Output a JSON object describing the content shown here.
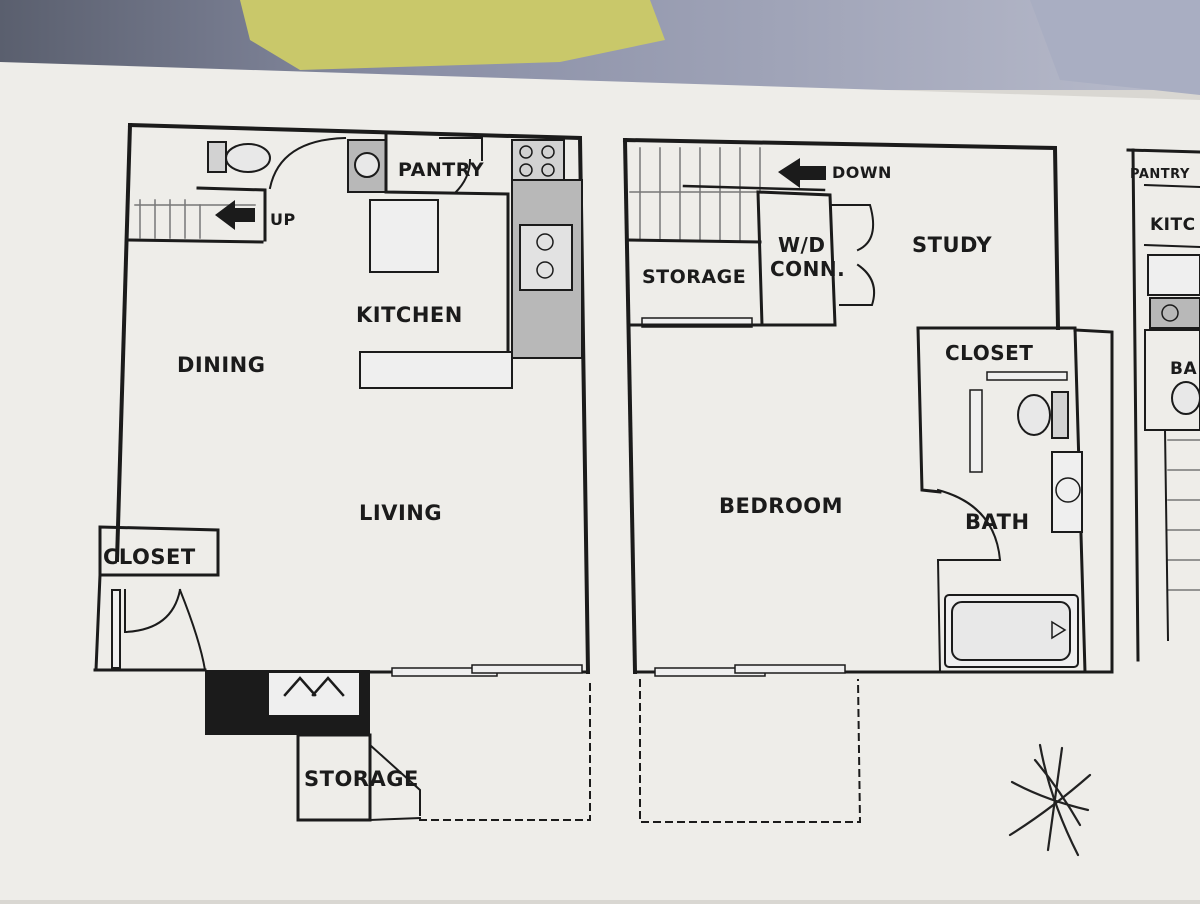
{
  "floor1": {
    "rooms": {
      "pantry": "PANTRY",
      "up": "UP",
      "kitchen": "KITCHEN",
      "dining": "DINING",
      "living": "LIVING",
      "closet": "CLOSET",
      "storage": "STORAGE"
    }
  },
  "floor2": {
    "rooms": {
      "down": "DOWN",
      "wd_line1": "W/D",
      "wd_line2": "CONN.",
      "study": "STUDY",
      "storage": "STORAGE",
      "closet": "CLOSET",
      "bedroom": "BEDROOM",
      "bath": "BATH"
    }
  },
  "floor3_partial": {
    "rooms": {
      "pantry": "PANTRY",
      "kitchen": "KITC",
      "bath": "BA"
    }
  },
  "colors": {
    "paper": "#eeede9",
    "wall": "#1b1b1b",
    "counter": "#b8b8b8",
    "fixture": "#d2d2d2"
  }
}
